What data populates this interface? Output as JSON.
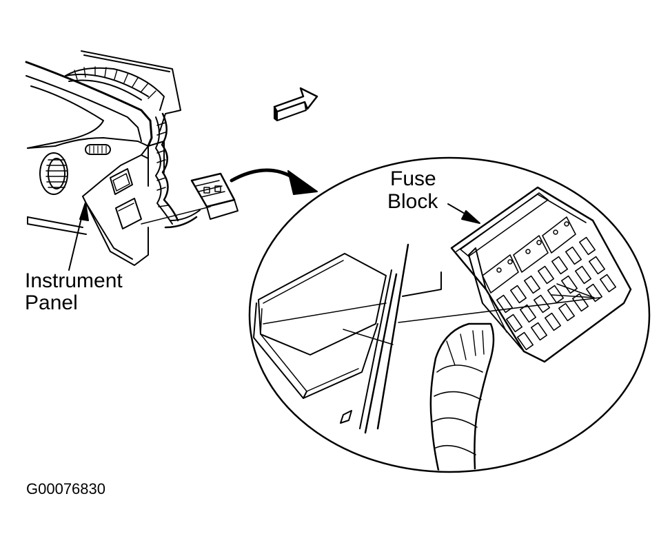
{
  "labels": {
    "instrument_panel_line1": "Instrument",
    "instrument_panel_line2": "Panel",
    "fuse_block_line1": "Fuse",
    "fuse_block_line2": "Block"
  },
  "figure_code": "G00076830",
  "colors": {
    "ink": "#000000",
    "paper": "#ffffff"
  },
  "icons": [
    "direction-arrow-icon",
    "callout-arrow-icon"
  ]
}
